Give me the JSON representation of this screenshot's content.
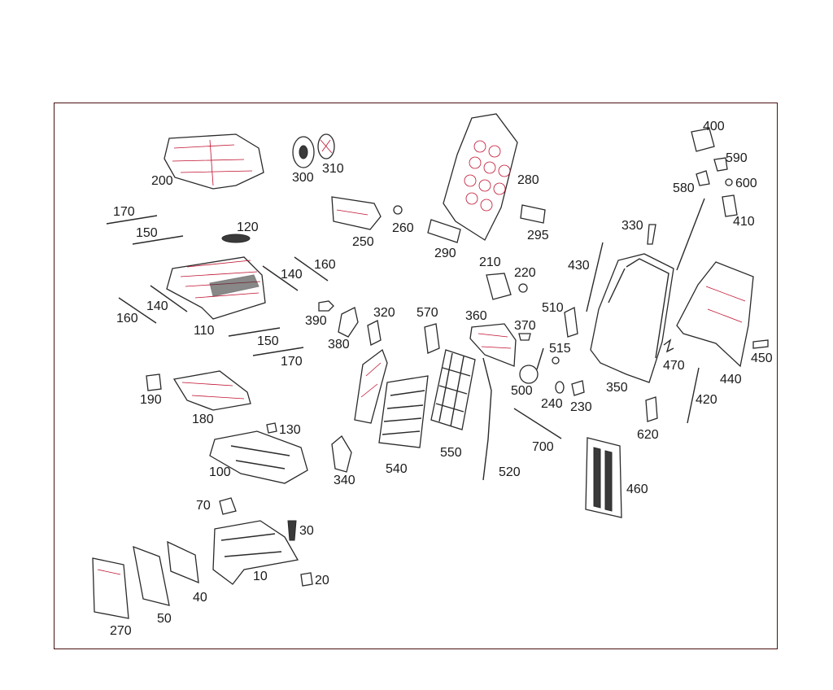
{
  "accent_color": "#c0102e",
  "line_color": "#2a2a2a",
  "labels": {
    "p10": "10",
    "p20": "20",
    "p30": "30",
    "p40": "40",
    "p50": "50",
    "p70": "70",
    "p100": "100",
    "p110": "110",
    "p120": "120",
    "p130": "130",
    "p140a": "140",
    "p140b": "140",
    "p150a": "150",
    "p150b": "150",
    "p160a": "160",
    "p160b": "160",
    "p170a": "170",
    "p170b": "170",
    "p180": "180",
    "p190": "190",
    "p200": "200",
    "p210": "210",
    "p220": "220",
    "p230": "230",
    "p240": "240",
    "p250": "250",
    "p260": "260",
    "p270": "270",
    "p280": "280",
    "p290": "290",
    "p295": "295",
    "p300": "300",
    "p310": "310",
    "p320": "320",
    "p330": "330",
    "p340": "340",
    "p350": "350",
    "p360": "360",
    "p370": "370",
    "p380": "380",
    "p390": "390",
    "p400": "400",
    "p410": "410",
    "p420": "420",
    "p430": "430",
    "p440": "440",
    "p450": "450",
    "p460": "460",
    "p470": "470",
    "p500": "500",
    "p510": "510",
    "p515": "515",
    "p520": "520",
    "p540": "540",
    "p550": "550",
    "p570": "570",
    "p580": "580",
    "p590": "590",
    "p600": "600",
    "p620": "620",
    "p700": "700"
  }
}
